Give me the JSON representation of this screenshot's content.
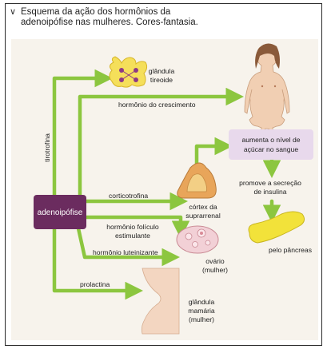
{
  "caption": {
    "marker": "∨",
    "line1": "Esquema da ação dos hormônios da",
    "line2": "adenoipófise nas mulheres. Cores-fantasia."
  },
  "center": {
    "label": "adenoipófise"
  },
  "hormones": {
    "tirotrofina": "tirotrofina",
    "crescimento": "hormônio do crescimento",
    "corticotrofina": "corticotrofina",
    "foliculo_1": "hormônio folículo",
    "foliculo_2": "estimulante",
    "luteinizante": "hormônio luteinizante",
    "prolactina": "prolactina"
  },
  "organs": {
    "tireoide_1": "glândula",
    "tireoide_2": "tireoide",
    "suprarrenal_1": "córtex da",
    "suprarrenal_2": "suprarrenal",
    "ovario_1": "ovário",
    "ovario_2": "(mulher)",
    "mamaria_1": "glândula",
    "mamaria_2": "mamária",
    "mamaria_3": "(mulher)",
    "pancreas": "pelo pâncreas"
  },
  "effects": {
    "acucar_1": "aumenta o nível de",
    "acucar_2": "açúcar no sangue",
    "insulina_1": "promove a secreção",
    "insulina_2": "de insulina"
  },
  "colors": {
    "arrow": "#8cc63f",
    "center_box": "#6b2c5f",
    "effect_box": "#e8d9ec",
    "pancreas": "#f2e23a",
    "thyroid": "#f5df5a",
    "adrenal": "#e8a55a",
    "skin": "#f1cfb3"
  }
}
